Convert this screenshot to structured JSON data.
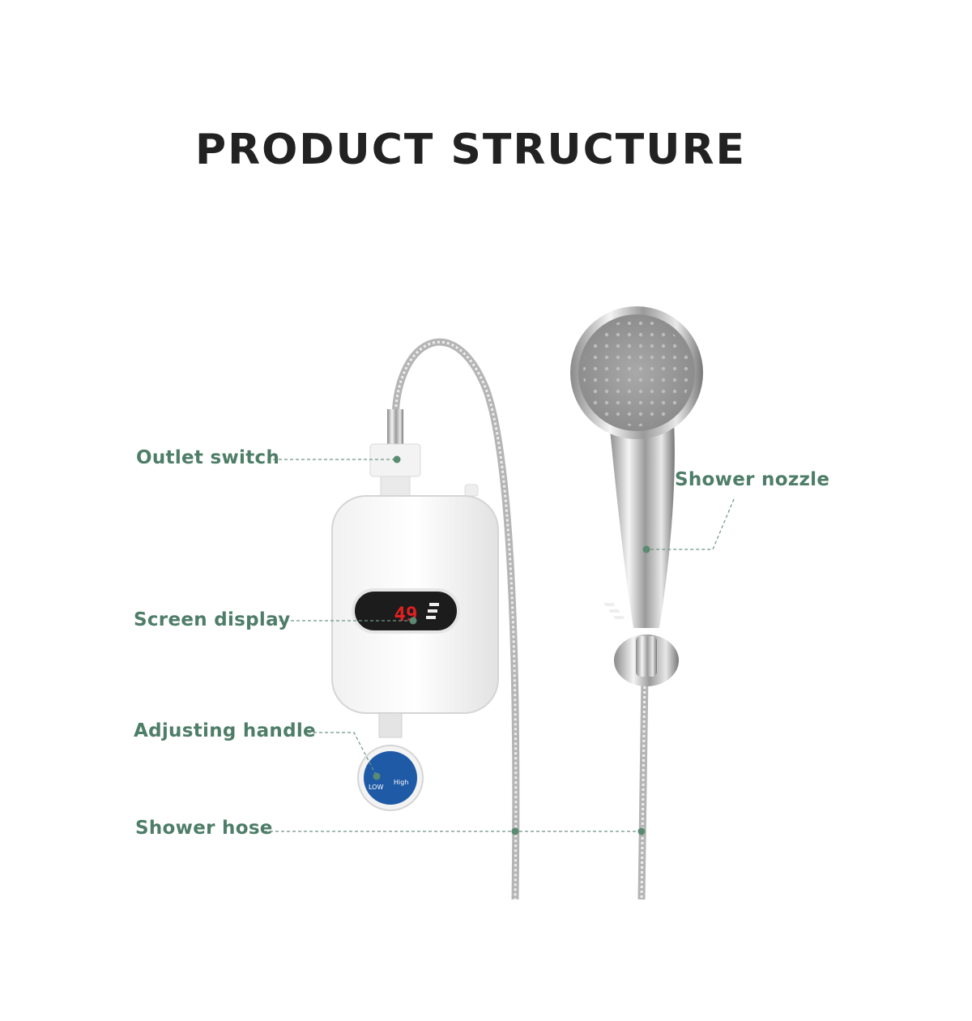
{
  "title": "PRODUCT STRUCTURE",
  "labels": {
    "outlet_switch": "Outlet switch",
    "shower_nozzle": "Shower nozzle",
    "screen_display": "Screen display",
    "adjusting_handle": "Adjusting handle",
    "shower_hose": "Shower hose"
  },
  "device": {
    "display_value": "49",
    "knob_low": "LOW",
    "knob_high": "High"
  },
  "colors": {
    "label": "#4e7d68",
    "title": "#222222",
    "display_digits": "#e02020",
    "knob": "#1f5aa6"
  }
}
